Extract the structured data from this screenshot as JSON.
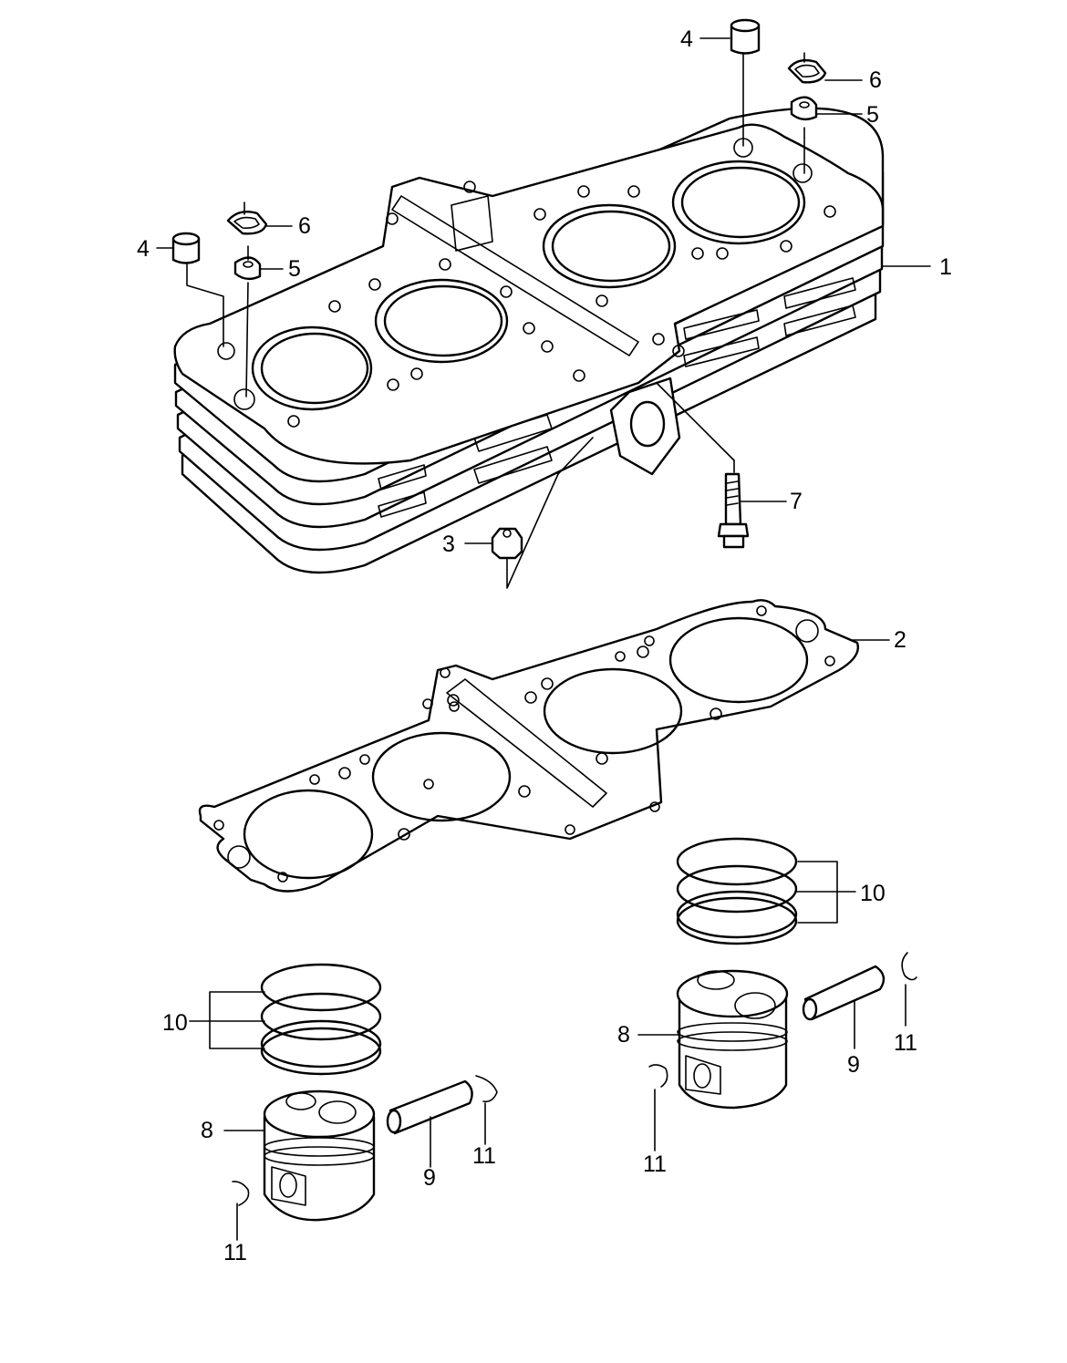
{
  "callouts": [
    {
      "id": "c1a",
      "text": "1"
    },
    {
      "id": "c2a",
      "text": "2"
    },
    {
      "id": "c3a",
      "text": "3"
    },
    {
      "id": "c4a",
      "text": "4"
    },
    {
      "id": "c4b",
      "text": "4"
    },
    {
      "id": "c5a",
      "text": "5"
    },
    {
      "id": "c5b",
      "text": "5"
    },
    {
      "id": "c6a",
      "text": "6"
    },
    {
      "id": "c6b",
      "text": "6"
    },
    {
      "id": "c7a",
      "text": "7"
    },
    {
      "id": "c8a",
      "text": "8"
    },
    {
      "id": "c8b",
      "text": "8"
    },
    {
      "id": "c9a",
      "text": "9"
    },
    {
      "id": "c9b",
      "text": "9"
    },
    {
      "id": "c10a",
      "text": "10"
    },
    {
      "id": "c10b",
      "text": "10"
    },
    {
      "id": "c11a",
      "text": "11"
    },
    {
      "id": "c11b",
      "text": "11"
    },
    {
      "id": "c11c",
      "text": "11"
    },
    {
      "id": "c11d",
      "text": "11"
    }
  ]
}
